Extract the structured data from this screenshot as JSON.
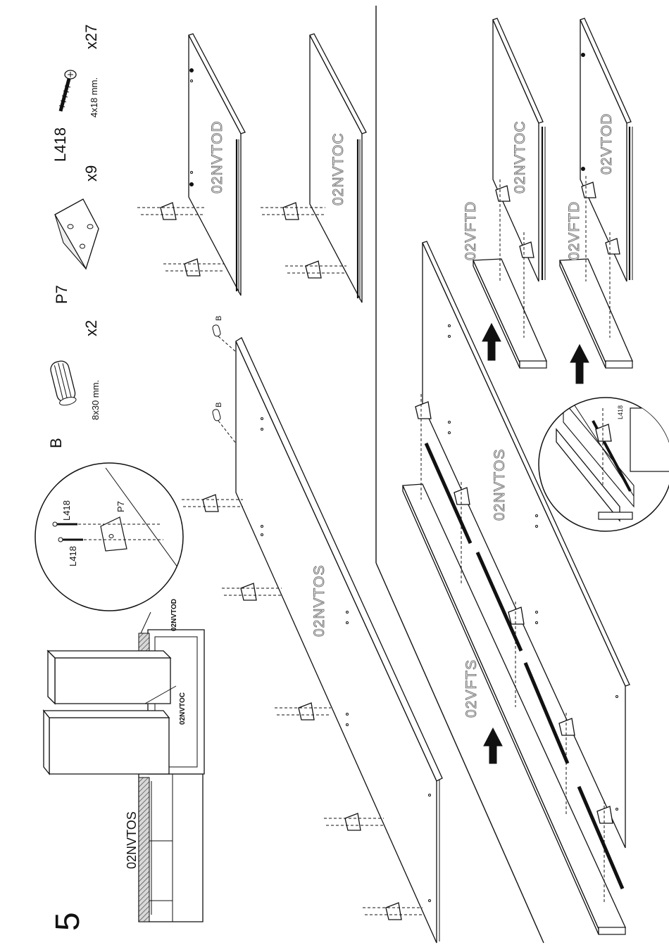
{
  "step_number": "5",
  "hardware": [
    {
      "code": "B",
      "quantity": "x2",
      "size": "8x30 mm.",
      "icon": "wooden-dowel-icon"
    },
    {
      "code": "P7",
      "quantity": "x9",
      "size": "",
      "icon": "angle-bracket-icon"
    },
    {
      "code": "L418",
      "quantity": "x27",
      "size": "4x18 mm.",
      "icon": "screw-icon"
    }
  ],
  "overview": {
    "label_top": "02NVTOD",
    "label_middle": "02NVTOC",
    "label_bottom": "02NVTOS"
  },
  "detail_top": {
    "screw_label_1": "L418",
    "screw_label_2": "L418",
    "bracket_label": "P7"
  },
  "dowel_tag_1": "B",
  "dowel_tag_2": "B",
  "panels": {
    "top_right_1": "02NVTOD",
    "top_right_2": "02NVTOC",
    "long_top": "02NVTOS",
    "strip_long": "02VFTS",
    "long_bottom": "02NVTOS",
    "strip_a": "02VFTD",
    "panel_a": "02NVTOC",
    "strip_b": "02VFTD",
    "panel_b": "02VTOD"
  },
  "detail_bottom": {
    "screw_label": "L418"
  }
}
